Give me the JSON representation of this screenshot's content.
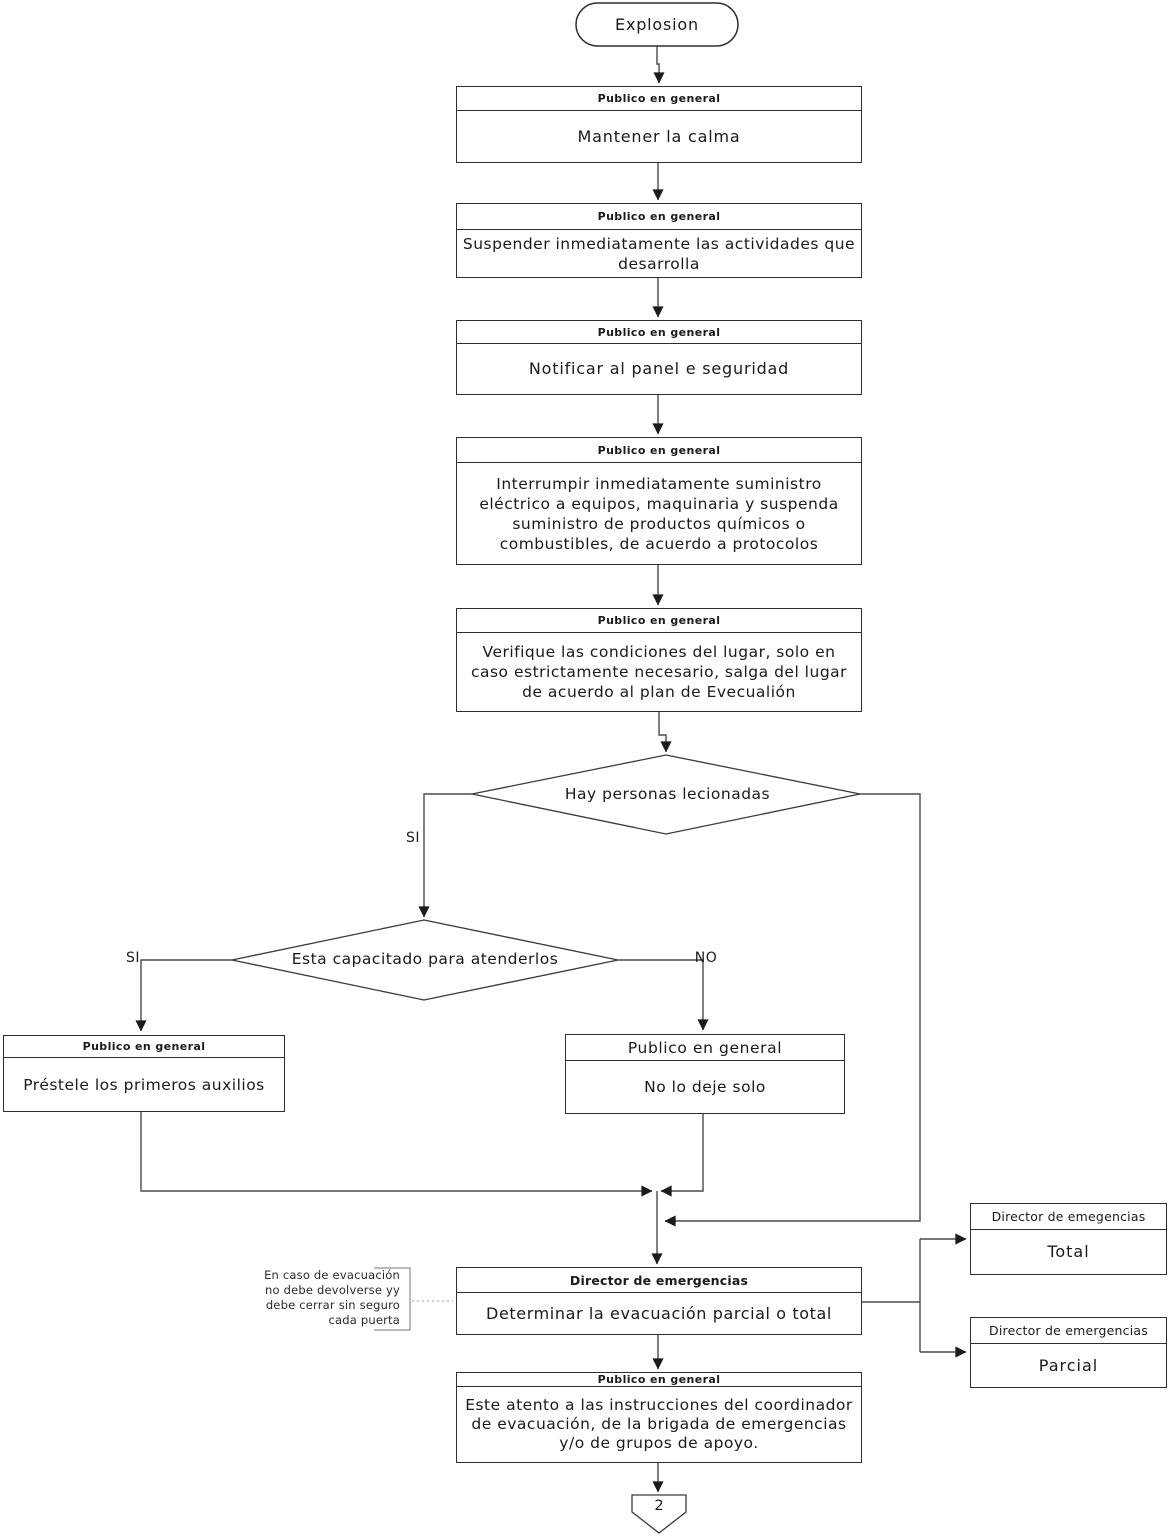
{
  "flowchart": {
    "start": {
      "label": "Explosion"
    },
    "boxes": {
      "mantener": {
        "header": "Publico en general",
        "body": "Mantener la calma"
      },
      "suspender": {
        "header": "Publico en general",
        "body": "Suspender inmediatamente las actividades que desarrolla"
      },
      "notificar": {
        "header": "Publico en general",
        "body": "Notificar al panel e seguridad"
      },
      "interrumpir": {
        "header": "Publico en general",
        "body": "Interrumpir inmediatamente suministro eléctrico a equipos, maquinaria y suspenda suministro de productos químicos o combustibles, de acuerdo a protocolos"
      },
      "verifique": {
        "header": "Publico en general",
        "body": "Verifique las condiciones del lugar, solo en caso estrictamente necesario, salga del lugar de acuerdo al plan de Evecualión"
      },
      "prestele": {
        "header": "Publico en general",
        "body": "Préstele los primeros auxilios"
      },
      "no_deje": {
        "header": "Publico en general",
        "body": "No lo deje solo"
      },
      "determinar": {
        "header": "Director de emergencias",
        "body": "Determinar la evacuación parcial o total"
      },
      "total": {
        "header": "Director de emegencias",
        "body": "Total"
      },
      "parcial": {
        "header": "Director de emergencias",
        "body": "Parcial"
      },
      "atento": {
        "header": "Publico en general",
        "body": "Este atento a las instrucciones del coordinador de evacuación, de la brigada de emergencias y/o de grupos de apoyo."
      }
    },
    "decisions": {
      "lesionadas": {
        "label": "Hay personas lecionadas"
      },
      "capacitado": {
        "label": "Esta capacitado para atenderlos"
      }
    },
    "branch_labels": {
      "si1": "SI",
      "si2": "SI",
      "no1": "NO"
    },
    "note": {
      "line1": "En caso de evacuación",
      "line2": "no debe devolverse yy",
      "line3": "debe cerrar sin seguro",
      "line4": "cada puerta"
    },
    "offpage_connector": {
      "label": "2"
    },
    "colors": {
      "line": "#4a4a4a",
      "border": "#2e2e2e",
      "background": "#ffffff"
    }
  }
}
